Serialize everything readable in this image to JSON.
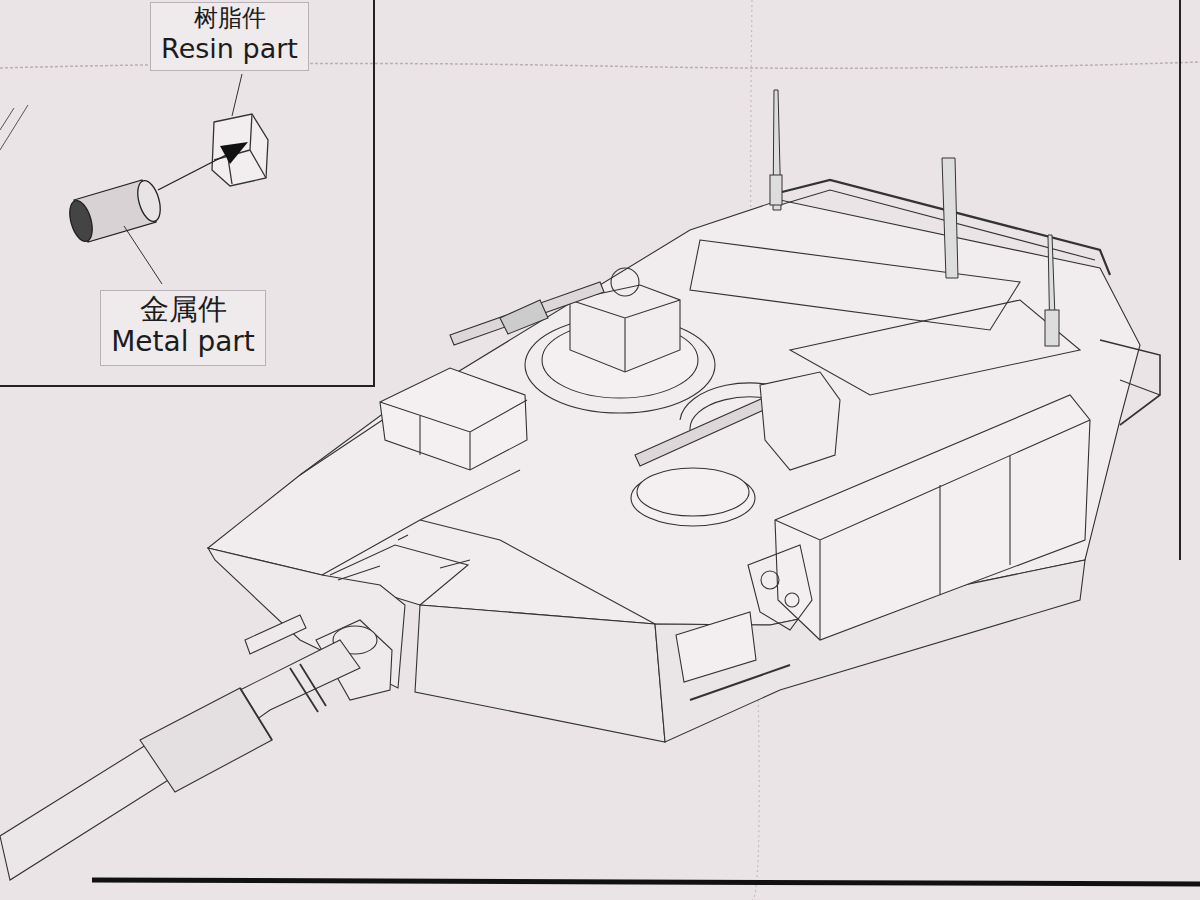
{
  "diagram": {
    "nodes": [
      {
        "text": [
          "树脂件",
          "Resin part"
        ]
      },
      {
        "text": [
          "金属件",
          "Metal part"
        ]
      }
    ]
  }
}
